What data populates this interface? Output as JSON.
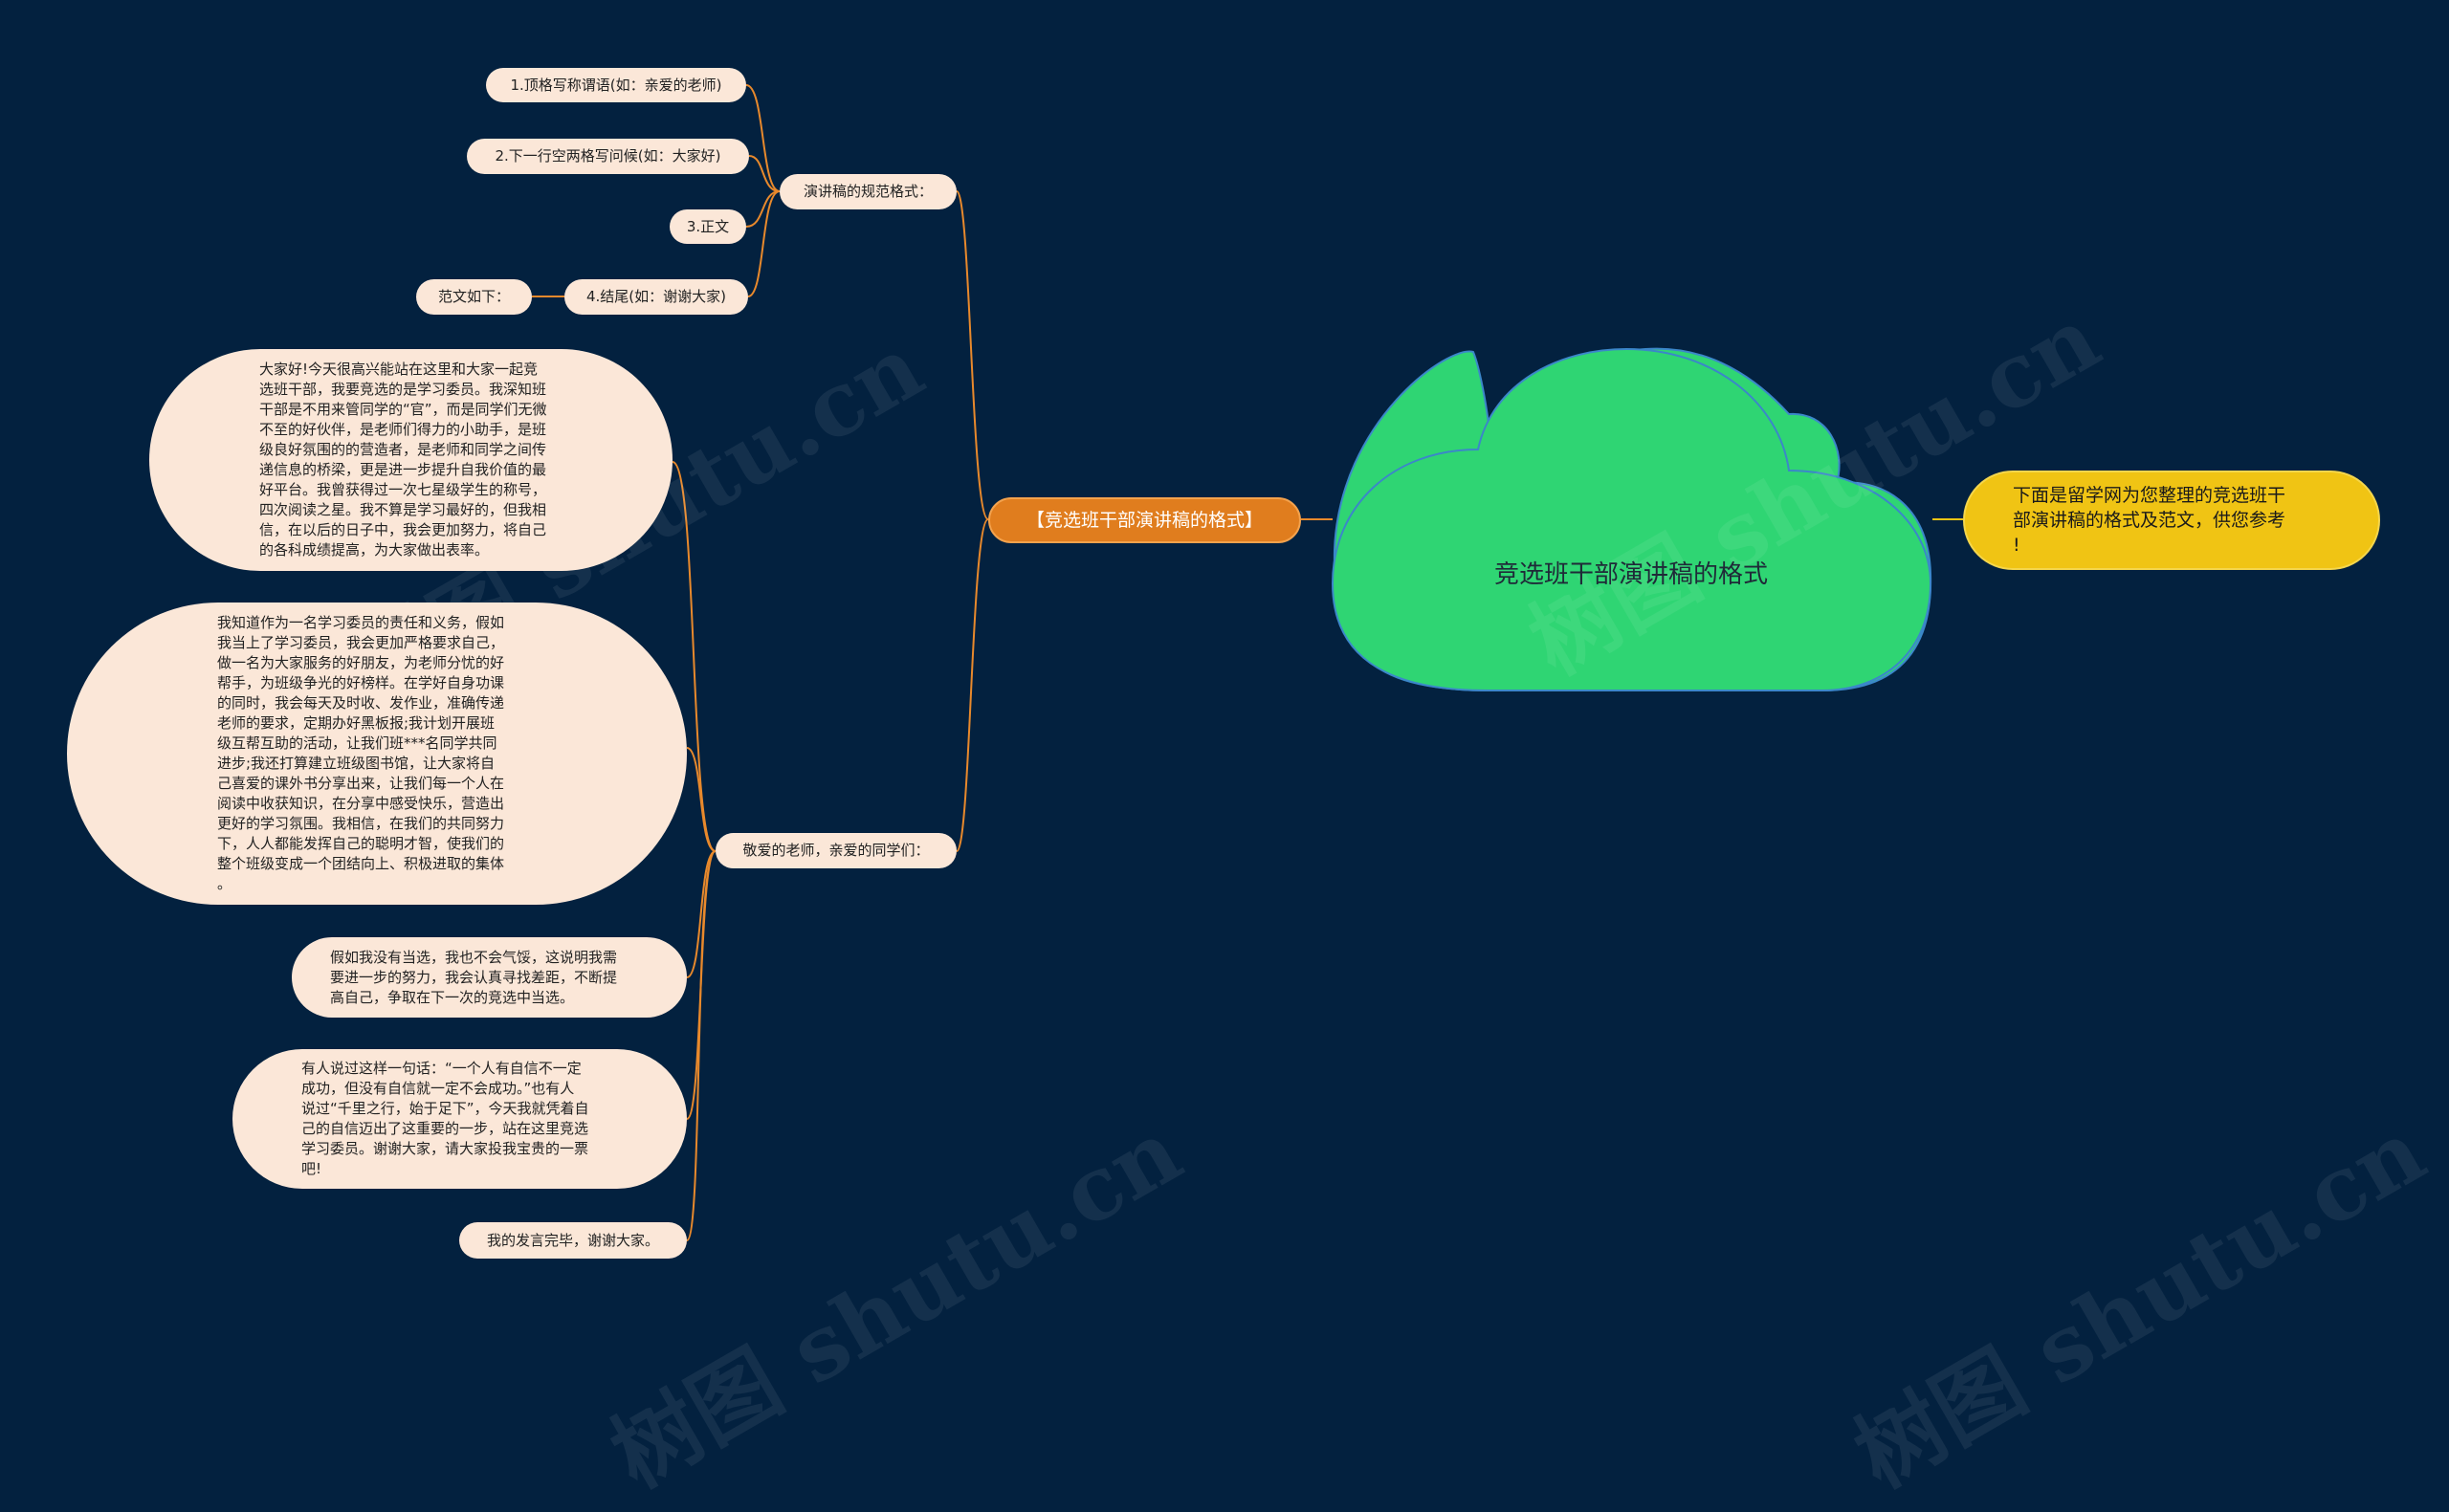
{
  "root": {
    "title": "竞选班干部演讲稿的格式"
  },
  "summary": {
    "text": "下面是留学网为您整理的竞选班干部演讲稿的格式及范文，供您参考！"
  },
  "branch": {
    "label": "【竞选班干部演讲稿的格式】"
  },
  "format": {
    "label": "演讲稿的规范格式：",
    "items": [
      "1.顶格写称谓语(如：亲爱的老师)",
      "2.下一行空两格写问候(如：大家好)",
      "3.正文",
      "4.结尾(如：谢谢大家)"
    ],
    "example_label": "范文如下："
  },
  "speech": {
    "label": "敬爱的老师，亲爱的同学们：",
    "paragraphs": [
      "大家好!今天很高兴能站在这里和大家一起竞选班干部，我要竞选的是学习委员。我深知班干部是不用来管同学的“官”，而是同学们无微不至的好伙伴，是老师们得力的小助手，是班级良好氛围的的营造者，是老师和同学之间传递信息的桥梁，更是进一步提升自我价值的最好平台。我曾获得过一次七星级学生的称号，四次阅读之星。我不算是学习最好的，但我相信，在以后的日子中，我会更加努力，将自己的各科成绩提高，为大家做出表率。",
      "我知道作为一名学习委员的责任和义务，假如我当上了学习委员，我会更加严格要求自己，做一名为大家服务的好朋友，为老师分忧的好帮手，为班级争光的好榜样。在学好自身功课的同时，我会每天及时收、发作业，准确传递老师的要求，定期办好黑板报;我计划开展班级互帮互助的活动，让我们班***名同学共同进步;我还打算建立班级图书馆，让大家将自己喜爱的课外书分享出来，让我们每一个人在阅读中收获知识，在分享中感受快乐，营造出更好的学习氛围。我相信，在我们的共同努力下，人人都能发挥自己的聪明才智，使我们的整个班级变成一个团结向上、积极进取的集体。",
      "假如我没有当选，我也不会气馁，这说明我需要进一步的努力，我会认真寻找差距，不断提高自己，争取在下一次的竞选中当选。",
      "有人说过这样一句话：“一个人有自信不一定成功，但没有自信就一定不会成功。”也有人说过“千里之行，始于足下”，今天我就凭着自己的自信迈出了这重要的一步，站在这里竞选学习委员。谢谢大家，请大家投我宝贵的一票吧!",
      "我的发言完毕，谢谢大家。"
    ],
    "lines": [
      [
        "大家好!今天很高兴能站在这里和大家一起竞",
        "选班干部，我要竞选的是学习委员。我深知班",
        "干部是不用来管同学的“官”，而是同学们无微",
        "不至的好伙伴，是老师们得力的小助手，是班",
        "级良好氛围的的营造者，是老师和同学之间传",
        "递信息的桥梁，更是进一步提升自我价值的最",
        "好平台。我曾获得过一次七星级学生的称号，",
        "四次阅读之星。我不算是学习最好的，但我相",
        "信，在以后的日子中，我会更加努力，将自己",
        "的各科成绩提高，为大家做出表率。"
      ],
      [
        "我知道作为一名学习委员的责任和义务，假如",
        "我当上了学习委员，我会更加严格要求自己，",
        "做一名为大家服务的好朋友，为老师分忧的好",
        "帮手，为班级争光的好榜样。在学好自身功课",
        "的同时，我会每天及时收、发作业，准确传递",
        "老师的要求，定期办好黑板报;我计划开展班",
        "级互帮互助的活动，让我们班***名同学共同",
        "进步;我还打算建立班级图书馆，让大家将自",
        "己喜爱的课外书分享出来，让我们每一个人在",
        "阅读中收获知识，在分享中感受快乐，营造出",
        "更好的学习氛围。我相信，在我们的共同努力",
        "下，人人都能发挥自己的聪明才智，使我们的",
        "整个班级变成一个团结向上、积极进取的集体",
        "。"
      ],
      [
        "假如我没有当选，我也不会气馁，这说明我需",
        "要进一步的努力，我会认真寻找差距，不断提",
        "高自己，争取在下一次的竞选中当选。"
      ],
      [
        "有人说过这样一句话：“一个人有自信不一定",
        "成功，但没有自信就一定不会成功。”也有人",
        "说过“千里之行，始于足下”，今天我就凭着自",
        "己的自信迈出了这重要的一步，站在这里竞选",
        "学习委员。谢谢大家，请大家投我宝贵的一票",
        "吧!"
      ],
      [
        "我的发言完毕，谢谢大家。"
      ]
    ]
  },
  "summary_lines": [
    "下面是留学网为您整理的竞选班干",
    "部演讲稿的格式及范文，供您参考",
    "!"
  ],
  "watermark": "树图 shutu.cn",
  "colors": {
    "background": "#03213f",
    "root": "#2fd573",
    "branch": "#e07d1e",
    "summary": "#f0c414",
    "node": "#fbe7d8",
    "connector": "#e8892c"
  }
}
